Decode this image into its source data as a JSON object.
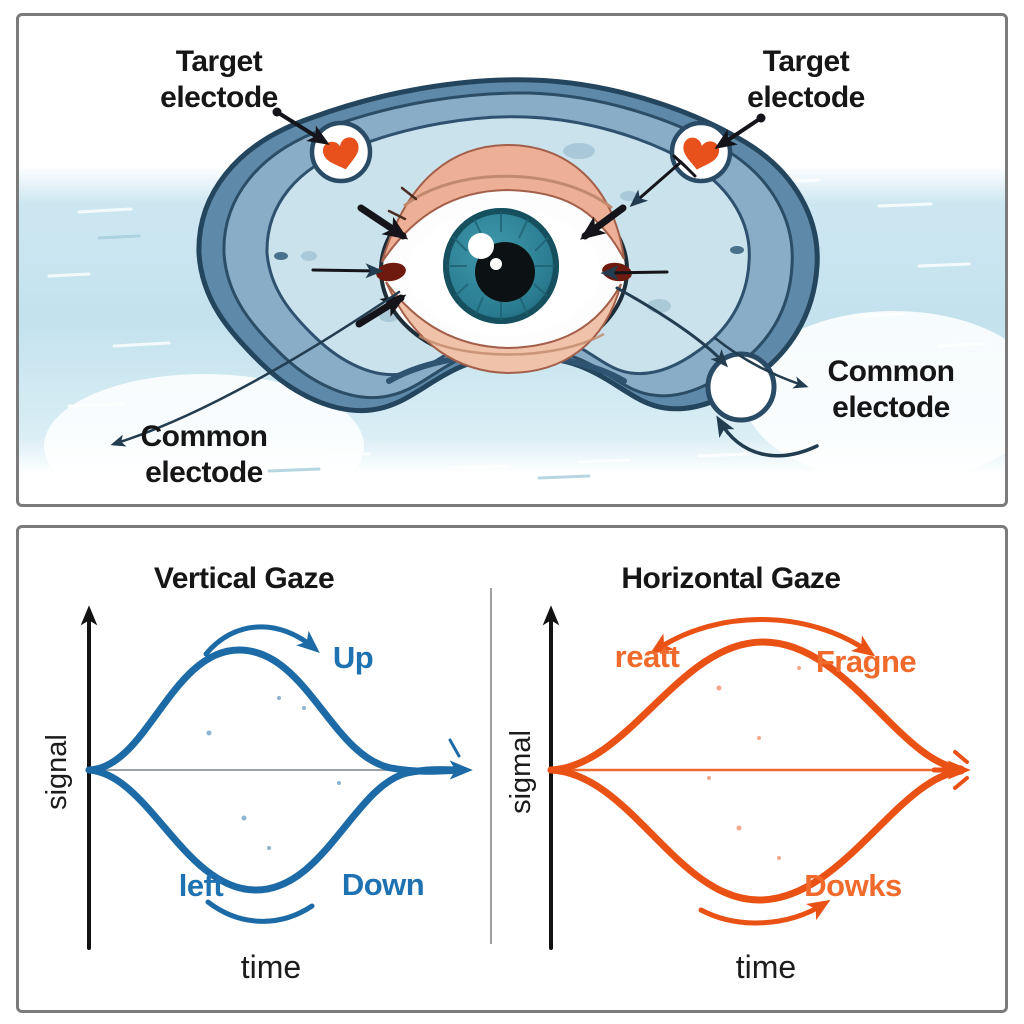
{
  "top_panel": {
    "target_left": {
      "line1": "Target",
      "line2": "electode"
    },
    "target_right": {
      "line1": "Target",
      "line2": "electode"
    },
    "common_left": {
      "line1": "Common",
      "line2": "electode"
    },
    "common_right": {
      "line1": "Common",
      "line2": "electode"
    }
  },
  "bottom_panel": {
    "left_graph": {
      "title": "Vertical Gaze",
      "y_label": "signal",
      "x_label": "time",
      "peak_label": "Up",
      "trough_label_left": "left",
      "trough_label_right": "Down",
      "curve_color": "#1c6aa6"
    },
    "right_graph": {
      "title": "Horizontal Gaze",
      "y_label": "sigmal",
      "x_label": "time",
      "peak_label_left": "reatt",
      "peak_label_right": "Fragne",
      "trough_label": "Dowks",
      "curve_color": "#ea5115"
    }
  },
  "colors": {
    "blue_curve": "#1c6aa6",
    "blue_label": "#1f72b2",
    "orange_curve": "#ea5115",
    "orange_label": "#f06a2c",
    "goggle_rim": "#5e89a8",
    "goggle_rim_light": "#89adc6",
    "lens": "#c9e2ec",
    "background_band": "#c3e2ee",
    "heart_electrode": "#e8511c",
    "iris": "#2a7c91",
    "baseline_gray": "#98a2a8"
  },
  "chart_data": [
    {
      "type": "line",
      "title": "Vertical Gaze",
      "xlabel": "time",
      "ylabel": "signal",
      "x": [
        0,
        1,
        2,
        3,
        4,
        5,
        6,
        7,
        8,
        9,
        10
      ],
      "series": [
        {
          "name": "up-deflection",
          "color": "#1c6aa6",
          "values": [
            0,
            0.15,
            0.75,
            1.0,
            0.65,
            0.2,
            0.02,
            0,
            0,
            0,
            0
          ]
        },
        {
          "name": "down-deflection",
          "color": "#1c6aa6",
          "values": [
            0,
            -0.1,
            -0.6,
            -0.98,
            -1.0,
            -0.55,
            -0.12,
            -0.02,
            0,
            0,
            0
          ]
        }
      ],
      "annotations": [
        "Up",
        "left",
        "Down"
      ],
      "baseline": 0,
      "grid": false,
      "axis_arrows": true,
      "legend": "none"
    },
    {
      "type": "line",
      "title": "Horizontal Gaze",
      "xlabel": "time",
      "ylabel": "sigmal",
      "x": [
        0,
        1,
        2,
        3,
        4,
        5,
        6,
        7,
        8,
        9,
        10
      ],
      "series": [
        {
          "name": "up-deflection",
          "color": "#ea5115",
          "values": [
            0,
            0.1,
            0.55,
            0.95,
            1.0,
            0.6,
            0.15,
            0.02,
            0,
            0,
            0
          ]
        },
        {
          "name": "down-deflection",
          "color": "#ea5115",
          "values": [
            0,
            -0.1,
            -0.55,
            -0.95,
            -1.0,
            -0.6,
            -0.15,
            -0.02,
            0,
            0,
            0
          ]
        }
      ],
      "annotations": [
        "reatt",
        "Fragne",
        "Dowks"
      ],
      "baseline": 0,
      "grid": false,
      "axis_arrows": true,
      "legend": "none"
    }
  ]
}
